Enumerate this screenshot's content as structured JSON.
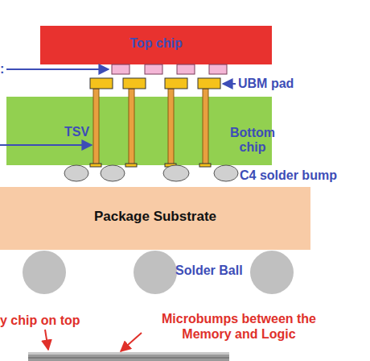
{
  "diagram": {
    "nodes": [
      {
        "text": [
          "Top chip"
        ]
      },
      {
        "text": [
          "Bottom chip"
        ]
      },
      {
        "text": [
          "Package Substrate"
        ]
      }
    ],
    "labels": [
      ":",
      "UBM pad",
      "TSV",
      "C4 solder bump",
      "Solder Ball",
      "y chip on top",
      "Microbumps between the Memory and Logic"
    ]
  }
}
